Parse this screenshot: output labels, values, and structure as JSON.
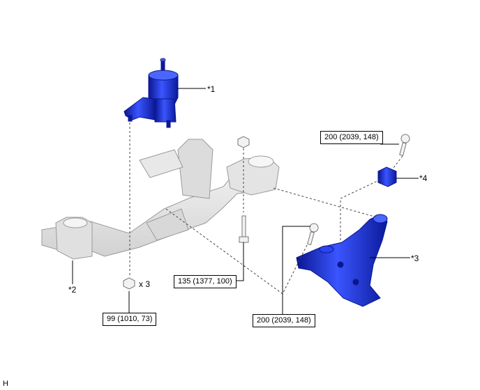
{
  "callouts": {
    "part1": "*1",
    "part2": "*2",
    "part3": "*3",
    "part4": "*4"
  },
  "quantity": "x 3",
  "torques": {
    "bolt_top_right": "200 (2039, 148)",
    "bolt_center": "135 (1377, 100)",
    "nut_left": "99 (1010, 73)",
    "bolt_bottom": "200 (2039, 148)"
  },
  "corner_mark": "H",
  "colors": {
    "part_blue": "#1a2fd6",
    "part_blue_dark": "#0a1690",
    "part_blue_light": "#5a78ff",
    "frame_gray": "#e6e6e6",
    "frame_edge": "#9a9a9a"
  }
}
